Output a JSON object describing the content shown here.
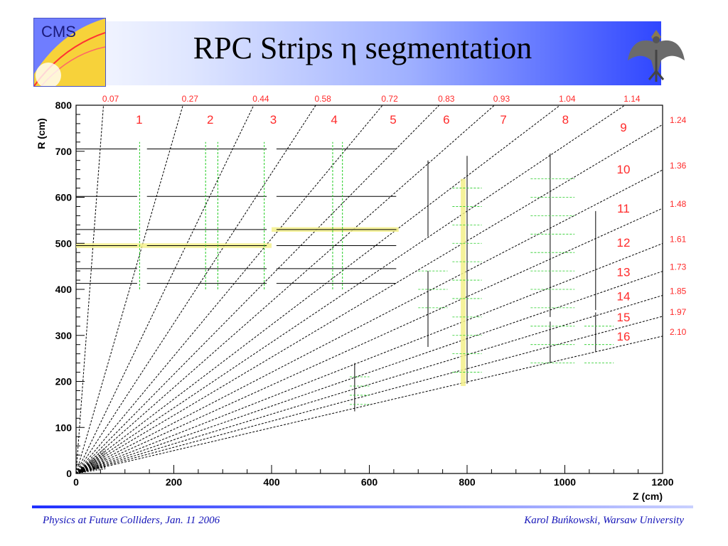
{
  "slide": {
    "title": "RPC Strips η segmentation",
    "logo_text": "CMS",
    "footer_left": "Physics at Future Colliders, Jan. 11 2006",
    "footer_right": "Karol Buńkowski, Warsaw University"
  },
  "colors": {
    "eta_lines": "#000000",
    "eta_labels": "#ff2a2a",
    "green_strips": "#22cc22",
    "blue_labels": "#1a1aff",
    "yellow_highlight": "#f3f08a"
  },
  "chart_data": {
    "type": "scatter",
    "xlabel": "Z (cm)",
    "ylabel": "R (cm)",
    "xlim": [
      0,
      1200
    ],
    "ylim": [
      0,
      800
    ],
    "xticks": [
      0,
      200,
      400,
      600,
      800,
      1000,
      1200
    ],
    "yticks": [
      0,
      100,
      200,
      300,
      400,
      500,
      600,
      700,
      800
    ],
    "eta_values": [
      0.07,
      0.27,
      0.44,
      0.58,
      0.72,
      0.83,
      0.93,
      1.04,
      1.14,
      1.24,
      1.36,
      1.48,
      1.61,
      1.73,
      1.85,
      1.97,
      2.1
    ],
    "eta_labels_top": [
      "0.07",
      "0.27",
      "0.44",
      "0.58",
      "0.72",
      "0.83",
      "0.93",
      "1.04",
      "1.14"
    ],
    "eta_labels_right": [
      "1.24",
      "1.36",
      "1.48",
      "1.61",
      "1.73",
      "1.85",
      "1.97",
      "2.10"
    ],
    "partition_numbers": [
      "1",
      "2",
      "3",
      "4",
      "5",
      "6",
      "7",
      "8",
      "9",
      "10",
      "11",
      "12",
      "13",
      "14",
      "15",
      "16"
    ],
    "barrel_chambers": [
      {
        "r": 705,
        "z0": 0,
        "z1": 125
      },
      {
        "r": 705,
        "z0": 145,
        "z1": 390
      },
      {
        "r": 705,
        "z0": 410,
        "z1": 655
      },
      {
        "r": 602,
        "z0": 0,
        "z1": 125
      },
      {
        "r": 602,
        "z0": 145,
        "z1": 390
      },
      {
        "r": 602,
        "z0": 410,
        "z1": 655
      },
      {
        "r": 530,
        "z0": 0,
        "z1": 125
      },
      {
        "r": 530,
        "z0": 145,
        "z1": 390
      },
      {
        "r": 530,
        "z0": 410,
        "z1": 655
      },
      {
        "r": 495,
        "z0": 0,
        "z1": 125
      },
      {
        "r": 495,
        "z0": 145,
        "z1": 390
      },
      {
        "r": 495,
        "z0": 410,
        "z1": 655
      },
      {
        "r": 445,
        "z0": 0,
        "z1": 125
      },
      {
        "r": 445,
        "z0": 145,
        "z1": 390
      },
      {
        "r": 445,
        "z0": 410,
        "z1": 655
      },
      {
        "r": 413,
        "z0": 0,
        "z1": 125
      },
      {
        "r": 413,
        "z0": 145,
        "z1": 390
      },
      {
        "r": 413,
        "z0": 410,
        "z1": 655
      }
    ],
    "endcap_disks": [
      {
        "z": 570,
        "r0": 135,
        "r1": 240
      },
      {
        "z": 720,
        "r0": 515,
        "r1": 680
      },
      {
        "z": 720,
        "r0": 275,
        "r1": 440
      },
      {
        "z": 800,
        "r0": 195,
        "r1": 690
      },
      {
        "z": 970,
        "r0": 240,
        "r1": 330
      },
      {
        "z": 970,
        "r0": 340,
        "r1": 695
      },
      {
        "z": 1063,
        "r0": 265,
        "r1": 350
      },
      {
        "z": 1063,
        "r0": 355,
        "r1": 570
      }
    ],
    "highlights": [
      {
        "z0": 0,
        "z1": 400,
        "r0": 490,
        "r1": 500
      },
      {
        "z0": 400,
        "z1": 660,
        "r0": 525,
        "r1": 535
      },
      {
        "z0": 787,
        "z1": 797,
        "r0": 190,
        "r1": 640
      }
    ]
  }
}
